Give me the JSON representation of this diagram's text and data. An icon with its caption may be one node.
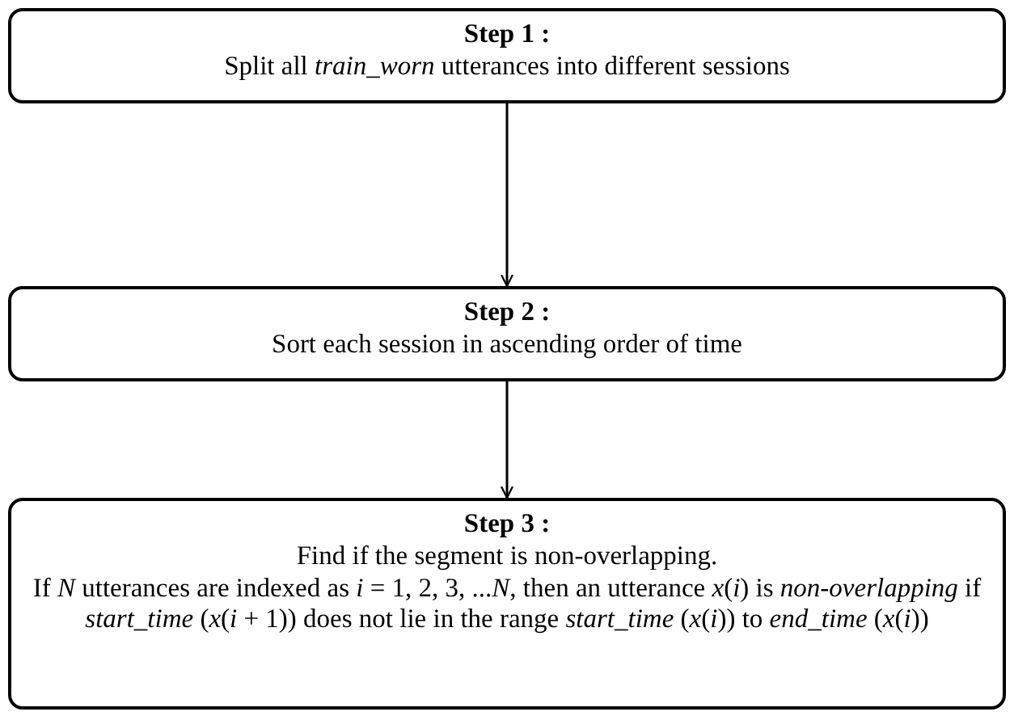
{
  "diagram": {
    "nodes": [
      {
        "text": [
          "Step 1 :",
          "Split all *train_worn* utterances into different sessions"
        ]
      },
      {
        "text": [
          "Step 2 :",
          "Sort each session in ascending order of time"
        ]
      },
      {
        "text": [
          "Step 3 :",
          "Find if the segment is non-overlapping.",
          "If *N* utterances are indexed as *i* = 1, 2, 3, ...*N*, then an utterance *x*(*i*) is *non-overlapping* if *start_time* (*x*(*i* + 1)) does not lie in the range *start_time* (*x*(*i*)) to *end_time* (*x*(*i*))"
        ]
      }
    ],
    "edges": [
      {
        "from": 0,
        "to": 1,
        "arrow": "to"
      },
      {
        "from": 1,
        "to": 2,
        "arrow": "to"
      }
    ]
  }
}
